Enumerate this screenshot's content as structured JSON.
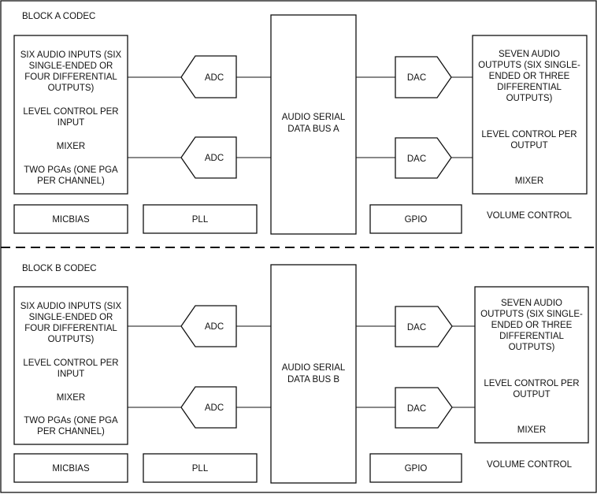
{
  "block_a": {
    "title": "BLOCK A CODEC",
    "inputs_box": {
      "line1": "SIX AUDIO INPUTS (SIX",
      "line2": "SINGLE-ENDED OR",
      "line3": "FOUR DIFFERENTIAL",
      "line4": "OUTPUTS)",
      "level1": "LEVEL CONTROL PER",
      "level2": "INPUT",
      "mixer": "MIXER",
      "pga1": "TWO PGAs (ONE PGA",
      "pga2": "PER CHANNEL)"
    },
    "adc1": "ADC",
    "adc2": "ADC",
    "bus1": "AUDIO SERIAL",
    "bus2": "DATA BUS A",
    "dac1": "DAC",
    "dac2": "DAC",
    "outputs_box": {
      "line1": "SEVEN AUDIO",
      "line2": "OUTPUTS (SIX SINGLE-",
      "line3": "ENDED OR THREE",
      "line4": "DIFFERENTIAL",
      "line5": "OUTPUTS)",
      "level1": "LEVEL CONTROL PER",
      "level2": "OUTPUT",
      "mixer": "MIXER"
    },
    "micbias": "MICBIAS",
    "pll": "PLL",
    "gpio": "GPIO",
    "volume": "VOLUME CONTROL"
  },
  "block_b": {
    "title": "BLOCK B CODEC",
    "inputs_box": {
      "line1": "SIX AUDIO INPUTS (SIX",
      "line2": "SINGLE-ENDED OR",
      "line3": "FOUR DIFFERENTIAL",
      "line4": "OUTPUTS)",
      "level1": "LEVEL CONTROL PER",
      "level2": "INPUT",
      "mixer": "MIXER",
      "pga1": "TWO PGAs (ONE PGA",
      "pga2": "PER CHANNEL)"
    },
    "adc1": "ADC",
    "adc2": "ADC",
    "bus1": "AUDIO SERIAL",
    "bus2": "DATA BUS B",
    "dac1": "DAC",
    "dac2": "DAC",
    "outputs_box": {
      "line1": "SEVEN AUDIO",
      "line2": "OUTPUTS (SIX SINGLE-",
      "line3": "ENDED OR THREE",
      "line4": "DIFFERENTIAL",
      "line5": "OUTPUTS)",
      "level1": "LEVEL CONTROL PER",
      "level2": "OUTPUT",
      "mixer": "MIXER"
    },
    "micbias": "MICBIAS",
    "pll": "PLL",
    "gpio": "GPIO",
    "volume": "VOLUME CONTROL"
  }
}
